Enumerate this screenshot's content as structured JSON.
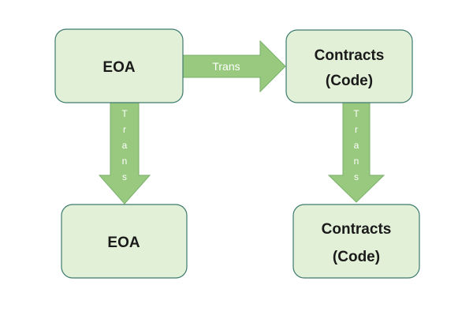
{
  "diagram": {
    "nodes": [
      {
        "id": "eoa_top",
        "lines": [
          "EOA"
        ]
      },
      {
        "id": "contracts_top",
        "lines": [
          "Contracts",
          "(Code)"
        ]
      },
      {
        "id": "eoa_bottom",
        "lines": [
          "EOA"
        ]
      },
      {
        "id": "contracts_bottom",
        "lines": [
          "Contracts",
          "(Code)"
        ]
      }
    ],
    "edges": [
      {
        "from": "eoa_top",
        "to": "contracts_top",
        "label": "Trans"
      },
      {
        "from": "eoa_top",
        "to": "eoa_bottom",
        "label": "Trans"
      },
      {
        "from": "contracts_top",
        "to": "contracts_bottom",
        "label": "Trans"
      }
    ],
    "colors": {
      "box_fill": "#e3f0d8",
      "box_stroke": "#3d7a6e",
      "arrow_fill": "#98c97e",
      "arrow_stroke": "#79b06a",
      "arrow_text": "#ffffff"
    }
  }
}
